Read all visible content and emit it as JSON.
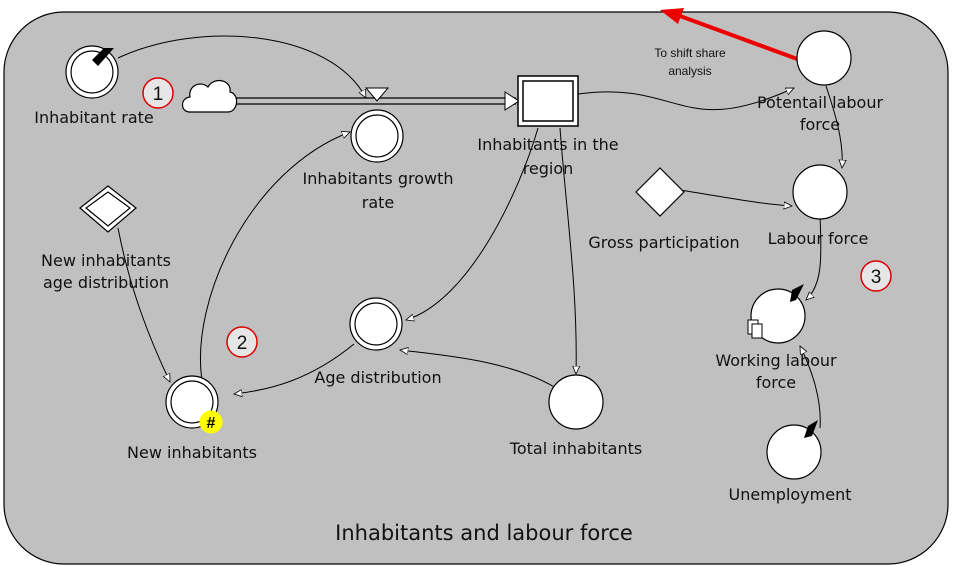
{
  "title": "Inhabitants and labour force",
  "annotation": "To shift share analysis",
  "nodes": {
    "inhabitant_rate": "Inhabitant rate",
    "growth_rate": "Inhabitants growth rate",
    "inhabitants_region": "Inhabitants in the region",
    "potential_labour": "Potentail labour force",
    "labour_force": "Labour force",
    "gross_participation": "Gross participation",
    "new_age_dist": "New inhabitants age distribution",
    "new_inhabitants": "New inhabitants",
    "age_distribution": "Age distribution",
    "total_inhabitants": "Total inhabitants",
    "working_labour": "Working labour force",
    "unemployment": "Unemployment"
  },
  "markers": [
    "1",
    "2",
    "3"
  ],
  "hash_badge": "#",
  "colors": {
    "background": "#c0c0c0",
    "arrow": "#ee0000",
    "marker_ring": "#dd0000",
    "badge": "#ffff00"
  }
}
